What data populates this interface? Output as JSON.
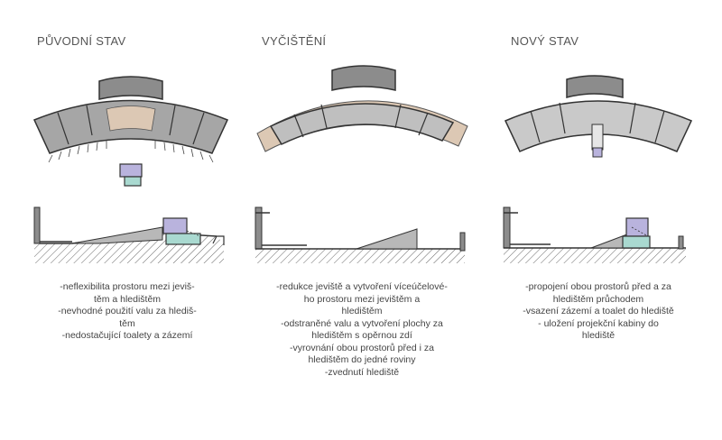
{
  "columns": [
    {
      "title": "PŮVODNÍ STAV",
      "notes": [
        "-neflexibilita prostoru mezi jeviš-",
        "těm a hledištěm",
        "-nevhodné použití valu za hlediš-",
        "těm",
        "-nedostačující toalety a zázemí"
      ]
    },
    {
      "title": "VYČIŠTĚNÍ",
      "notes": [
        "-redukce jeviště a vytvoření víceúčelové-",
        "ho prostoru mezi jevištěm a",
        "hledištěm",
        "-odstraněné valu a vytvoření plochy za",
        "hledištěm s opěrnou zdí",
        "-vyrovnání obou prostorů před i za",
        "hledištěm do jedné roviny",
        "-zvednutí hlediště"
      ]
    },
    {
      "title": "NOVÝ STAV",
      "notes": [
        "-propojení obou prostorů před a za",
        "hledištěm průchodem",
        "-vsazení zázemí a toalet do hlediště",
        "- uložení projekční kabiny do",
        "hlediště"
      ]
    }
  ],
  "colors": {
    "seat_dark": "#8c8c8c",
    "seat_mid": "#a8a8a8",
    "seat_light": "#cfcfcf",
    "berm": "#dcc8b4",
    "purple": "#b9b3dd",
    "teal": "#a9d9d0",
    "line": "#3a3a3a"
  }
}
